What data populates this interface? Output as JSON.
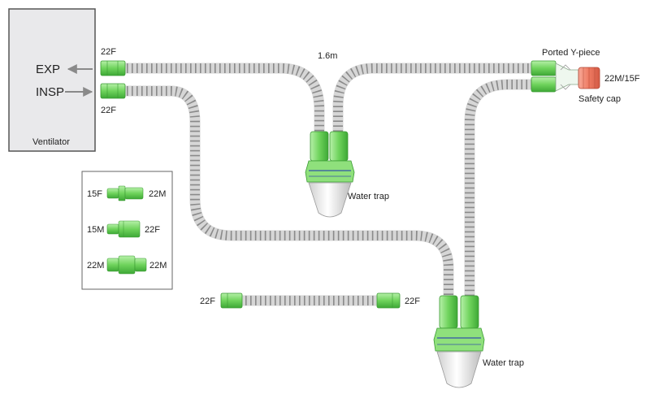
{
  "ventilator": {
    "label": "Ventilator",
    "exp_label": "EXP",
    "insp_label": "INSP",
    "box_fill": "#e9e9eb",
    "box_stroke": "#555555"
  },
  "connectors": {
    "exp_port": "22F",
    "insp_port": "22F",
    "tube_length": "1.6m",
    "y_piece": "Ported Y-piece",
    "y_piece_fitting": "22M/15F",
    "safety_cap": "Safety cap",
    "water_trap_upper": "Water trap",
    "water_trap_lower": "Water trap",
    "extension_left": "22F",
    "extension_right": "22F"
  },
  "adapter_legend": {
    "rows": [
      {
        "left": "15F",
        "right": "22M"
      },
      {
        "left": "15M",
        "right": "22F"
      },
      {
        "left": "22M",
        "right": "22M"
      }
    ]
  },
  "colors": {
    "tube": "#d6d6d6",
    "tube_rib": "#8a8a8a",
    "connector_green": "#7fd96a",
    "connector_dark": "#3fa83a",
    "cap_red": "#f0806a",
    "arrow": "#8a8a8a",
    "bowl": "#e4e4e4"
  }
}
